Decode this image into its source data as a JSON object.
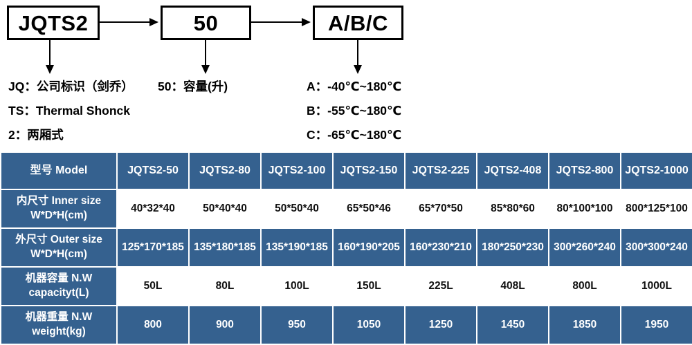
{
  "diagram": {
    "boxes": [
      {
        "id": "model",
        "label": "JQTS2"
      },
      {
        "id": "volume",
        "label": "50"
      },
      {
        "id": "temp",
        "label": "A/B/C"
      }
    ],
    "legend": {
      "jq": "JQ：公司标识（剑乔）",
      "ts": "TS：Thermal Shonck",
      "two": "2：两厢式",
      "fifty": "50：容量(升)",
      "a": "A：-40℃~180℃",
      "b": "B：-55℃~180℃",
      "c": "C：-65℃~180℃"
    }
  },
  "table": {
    "accent_color": "#35618F",
    "header": {
      "label": "型号 Model",
      "models": [
        "JQTS2-50",
        "JQTS2-80",
        "JQTS2-100",
        "JQTS2-150",
        "JQTS2-225",
        "JQTS2-408",
        "JQTS2-800",
        "JQTS2-1000"
      ]
    },
    "rows": [
      {
        "label_line1": "内尺寸 Inner size",
        "label_line2": "W*D*H(cm)",
        "style": "white",
        "values": [
          "40*32*40",
          "50*40*40",
          "50*50*40",
          "65*50*46",
          "65*70*50",
          "85*80*60",
          "80*100*100",
          "800*125*100"
        ]
      },
      {
        "label_line1": "外尺寸 Outer size",
        "label_line2": "W*D*H(cm)",
        "style": "blue",
        "values": [
          "125*170*185",
          "135*180*185",
          "135*190*185",
          "160*190*205",
          "160*230*210",
          "180*250*230",
          "300*260*240",
          "300*300*240"
        ]
      },
      {
        "label_line1": "机器容量 N.W",
        "label_line2": "capacityt(L)",
        "style": "white",
        "values": [
          "50L",
          "80L",
          "100L",
          "150L",
          "225L",
          "408L",
          "800L",
          "1000L"
        ]
      },
      {
        "label_line1": "机器重量 N.W",
        "label_line2": "weight(kg)",
        "style": "blue",
        "values": [
          "800",
          "900",
          "950",
          "1050",
          "1250",
          "1450",
          "1850",
          "1950"
        ]
      }
    ]
  }
}
